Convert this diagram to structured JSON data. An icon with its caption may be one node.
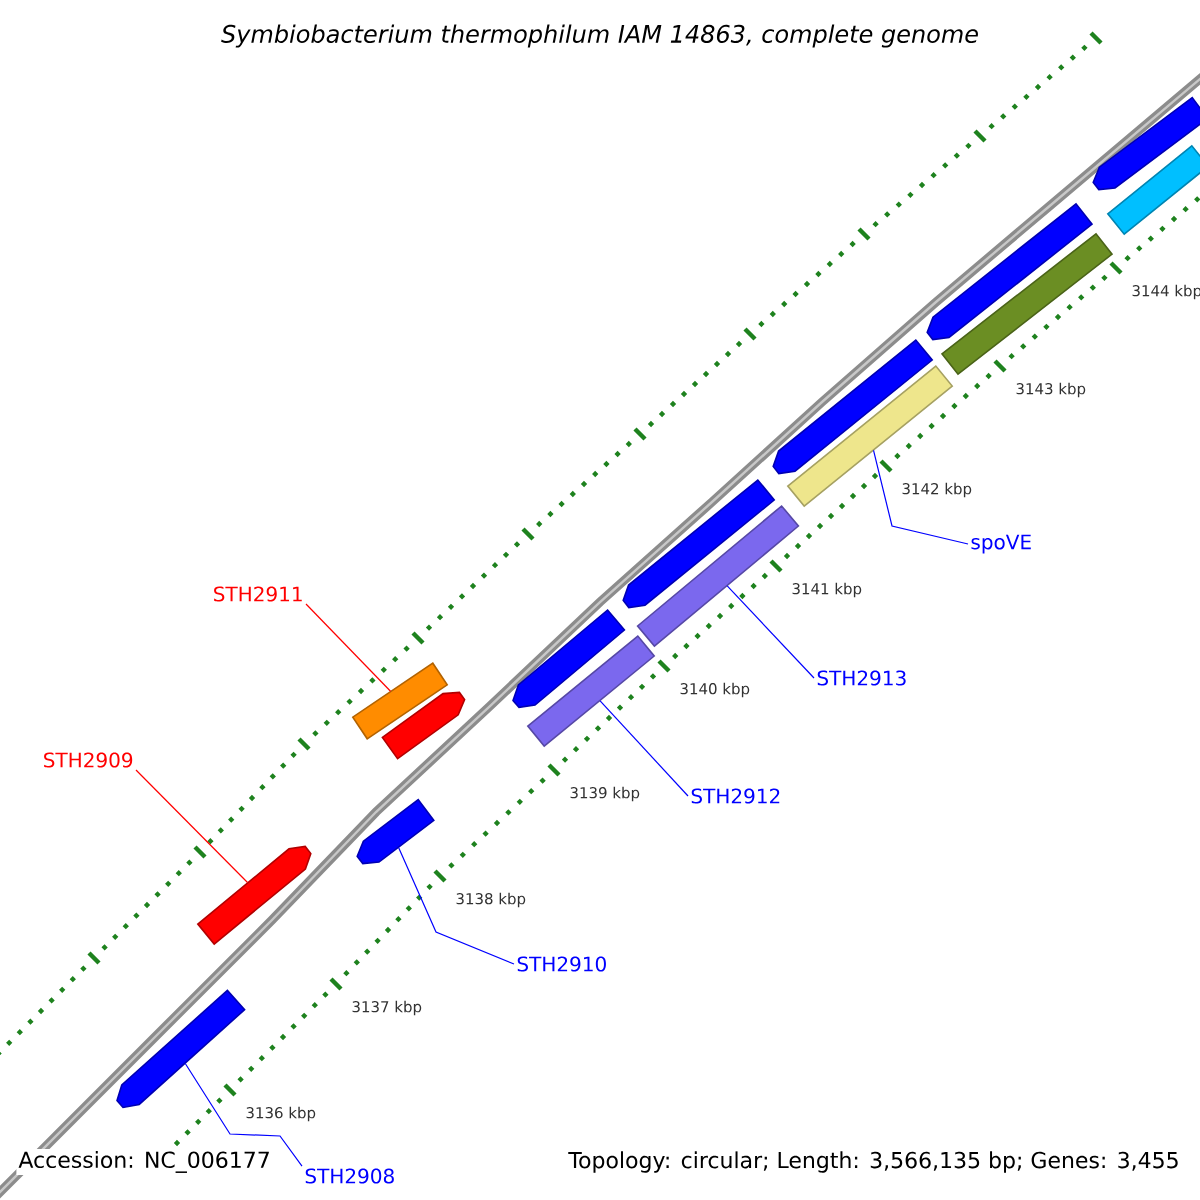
{
  "diagram": {
    "title": "Symbiobacterium thermophilum IAM 14863, complete genome",
    "nodes": [
      {
        "text": [
          "spoVE"
        ]
      },
      {
        "text": [
          "STH2911"
        ]
      },
      {
        "text": [
          "STH2913"
        ]
      },
      {
        "text": [
          "STH2909"
        ]
      },
      {
        "text": [
          "STH2912"
        ]
      },
      {
        "text": [
          "STH2910"
        ]
      },
      {
        "text": [
          "STH2908"
        ]
      },
      {
        "text": [],
        "shape": "pentagon"
      },
      {
        "text": [],
        "shape": "pentagon"
      },
      {
        "text": [],
        "shape": "pentagon"
      },
      {
        "text": [],
        "shape": "bar"
      },
      {
        "text": [],
        "shape": "pentagon"
      },
      {
        "text": [],
        "shape": "pentagon"
      },
      {
        "text": [],
        "shape": "bar"
      },
      {
        "text": [],
        "shape": "pentagon"
      },
      {
        "text": [],
        "shape": "bar"
      },
      {
        "text": [],
        "shape": "pentagon"
      },
      {
        "text": [],
        "shape": "bar"
      },
      {
        "text": [],
        "shape": "pentagon"
      },
      {
        "text": [],
        "shape": "bar"
      },
      {
        "text": [],
        "shape": "pentagon"
      },
      {
        "text": [],
        "shape": "bar"
      }
    ],
    "edges": [
      {
        "from": 0,
        "to": 17,
        "arrow": "none"
      },
      {
        "from": 1,
        "to": 10,
        "arrow": "none",
        "color": "#ff0000"
      },
      {
        "from": 2,
        "to": 15,
        "arrow": "none"
      },
      {
        "from": 3,
        "to": 8,
        "arrow": "none",
        "color": "#ff0000"
      },
      {
        "from": 4,
        "to": 13,
        "arrow": "none"
      },
      {
        "from": 5,
        "to": 9,
        "arrow": "none"
      },
      {
        "from": 6,
        "to": 7,
        "arrow": "none"
      }
    ],
    "labels": [
      "3144 kbp",
      "3143 kbp",
      "3142 kbp",
      "3141 kbp",
      "3140 kbp",
      "3139 kbp",
      "3138 kbp",
      "3137 kbp",
      "3136 kbp",
      "Accession: NC_006177",
      "Topology: circular; Length: 3,566,135 bp; Genes: 3,455"
    ]
  }
}
